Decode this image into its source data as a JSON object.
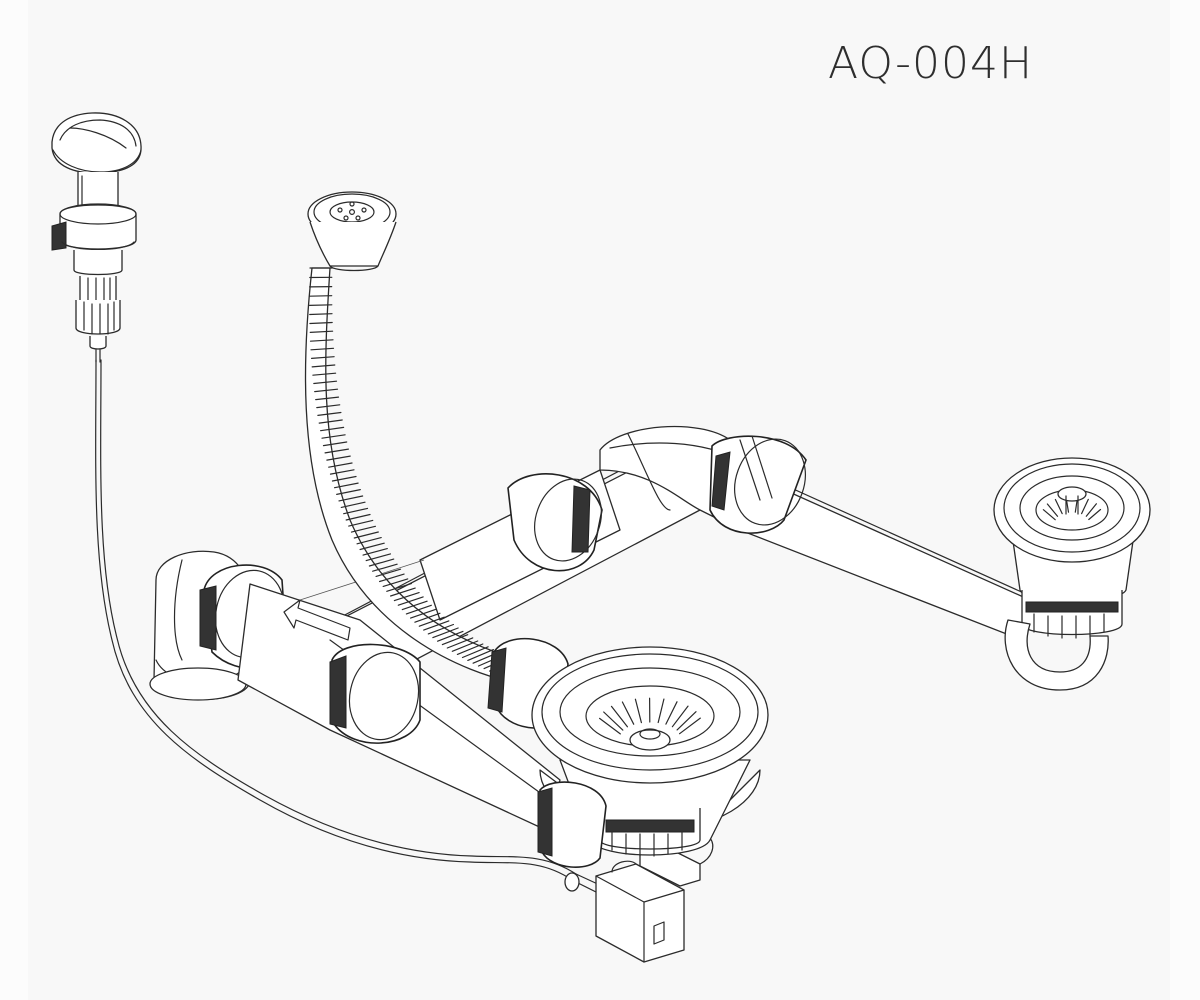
{
  "header": {
    "model_label": "AQ-004H"
  },
  "parts": {
    "main_waste": "strainer-waste",
    "secondary_waste": "strainer-waste",
    "overflow": "overflow-hose",
    "remote": "remote-control-knob",
    "cable": "bowden-cable"
  },
  "colors": {
    "line": "#2b2b2b",
    "background": "#f8f8f8"
  }
}
